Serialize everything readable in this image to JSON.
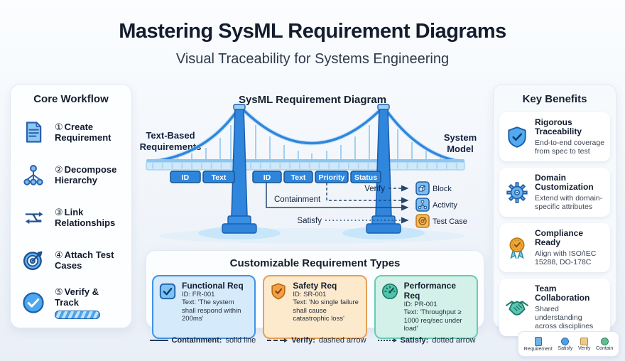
{
  "header": {
    "title": "Mastering SysML Requirement Diagrams",
    "subtitle": "Visual Traceability for Systems Engineering"
  },
  "workflow": {
    "title": "Core Workflow",
    "steps": [
      {
        "num": "①",
        "label": "Create Requirement",
        "icon": "document-icon"
      },
      {
        "num": "②",
        "label": "Decompose Hierarchy",
        "icon": "hierarchy-icon"
      },
      {
        "num": "③",
        "label": "Link Relationships",
        "icon": "link-arrows-icon"
      },
      {
        "num": "④",
        "label": "Attach Test Cases",
        "icon": "target-icon"
      },
      {
        "num": "⑤",
        "label": "Verify & Track",
        "icon": "check-circle-icon"
      }
    ]
  },
  "bridge": {
    "title": "SysML Requirement Diagram",
    "left_label": "Text-Based Requirements",
    "right_label": "System Model",
    "cells_left": [
      "ID",
      "Text"
    ],
    "cells_right": [
      "ID",
      "Text",
      "Priority",
      "Status"
    ],
    "relationships": {
      "containment": "Containment",
      "verify": "Verify",
      "satisfy": "Satisfy"
    },
    "targets": [
      {
        "label": "Block",
        "icon": "block-cube-icon"
      },
      {
        "label": "Activity",
        "icon": "activity-nodes-icon"
      },
      {
        "label": "Test Case",
        "icon": "test-case-target-icon"
      }
    ]
  },
  "benefits": {
    "title": "Key Benefits",
    "items": [
      {
        "title": "Rigorous Traceability",
        "desc": "End-to-end coverage from spec to test",
        "icon": "shield-check-icon"
      },
      {
        "title": "Domain Customization",
        "desc": "Extend with domain-specific attributes",
        "icon": "gear-icon"
      },
      {
        "title": "Compliance Ready",
        "desc": "Align with ISO/IEC 15288, DO-178C",
        "icon": "medal-icon"
      },
      {
        "title": "Team Collaboration",
        "desc": "Shared understanding across disciplines",
        "icon": "handshake-icon"
      }
    ]
  },
  "req_types": {
    "title": "Customizable Requirement Types",
    "cards": [
      {
        "title": "Functional Req",
        "id": "ID: FR-001",
        "text": "Text: 'The system shall respond within 200ms'",
        "icon": "checkbox-icon",
        "accent": "#3F93E8"
      },
      {
        "title": "Safety Req",
        "id": "ID: SR-001",
        "text": "Text: 'No single failure shall cause catastrophic loss'",
        "icon": "shield-icon",
        "accent": "#E5A055"
      },
      {
        "title": "Performance Req",
        "id": "ID: PR-001",
        "text": "Text: 'Throughput ≥ 1000 req/sec under load'",
        "icon": "gauge-icon",
        "accent": "#66CCB4"
      }
    ]
  },
  "legend": {
    "items": [
      {
        "label": "Containment:",
        "desc": "solid line",
        "style": "solid"
      },
      {
        "label": "Verify:",
        "desc": "dashed arrow",
        "style": "dashed"
      },
      {
        "label": "Satisfy:",
        "desc": "dotted arrow",
        "style": "dotted"
      }
    ]
  },
  "mini_legend": {
    "items": [
      {
        "label": "Requirement",
        "icon": "requirement-doc-icon"
      },
      {
        "label": "Satisfy",
        "icon": "satisfy-circle-icon"
      },
      {
        "label": "Verify",
        "icon": "verify-square-icon"
      },
      {
        "label": "Contain",
        "icon": "contain-circle-icon"
      }
    ]
  },
  "colors": {
    "accent_blue": "#2E86DC",
    "accent_orange": "#E8963F",
    "accent_teal": "#45B39D"
  }
}
